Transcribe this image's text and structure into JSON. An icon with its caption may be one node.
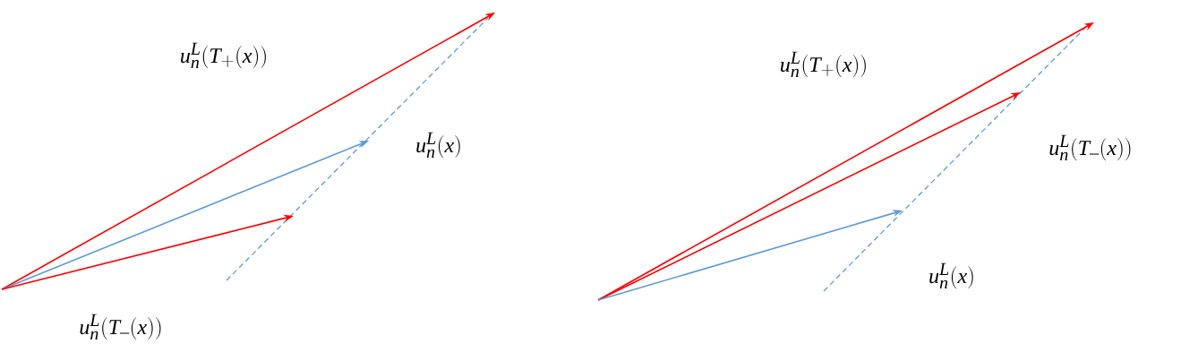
{
  "diagram": {
    "labels": [
      "u_n^L(T_+(x))",
      "u_n^L(x)",
      "u_n^L(T_-(x))",
      "u_n^L(T_+(x))",
      "u_n^L(T_-(x))",
      "u_n^L(x)"
    ]
  }
}
